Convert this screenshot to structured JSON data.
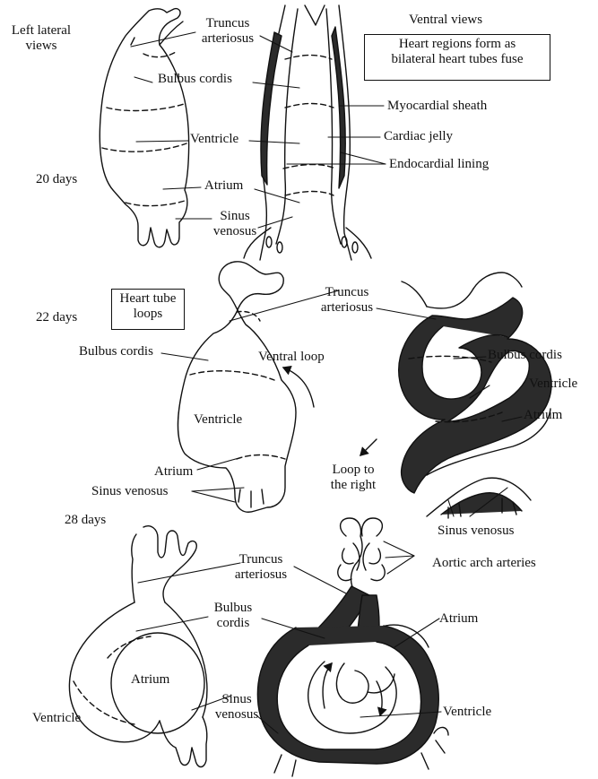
{
  "headers": {
    "left_lateral": "Left lateral\nviews",
    "ventral": "Ventral views"
  },
  "callout_fuse": "Heart regions form as\nbilateral heart tubes fuse",
  "callout_loops": "Heart tube\nloops",
  "stages": {
    "day20": {
      "label": "20 days",
      "truncus_arteriosus": "Truncus\narteriosus",
      "bulbus_cordis": "Bulbus cordis",
      "ventricle": "Ventricle",
      "atrium": "Atrium",
      "sinus_venosus": "Sinus\nvenosus",
      "myocardial_sheath": "Myocardial sheath",
      "cardiac_jelly": "Cardiac jelly",
      "endocardial_lining": "Endocardial lining"
    },
    "day22": {
      "label": "22 days",
      "truncus_arteriosus": "Truncus\narteriosus",
      "bulbus_cordis_left": "Bulbus cordis",
      "ventral_loop": "Ventral loop",
      "ventricle_left": "Ventricle",
      "atrium_left": "Atrium",
      "sinus_venosus_left": "Sinus venosus",
      "bulbus_cordis_right": "Bulbus cordis",
      "ventricle_right": "Ventricle",
      "atrium_right": "Atrium",
      "loop_to_right": "Loop to\nthe right",
      "sinus_venosus_right": "Sinus venosus"
    },
    "day28": {
      "label": "28 days",
      "truncus_arteriosus": "Truncus\narteriosus",
      "bulbus_cordis": "Bulbus\ncordis",
      "aortic_arch_arteries": "Aortic arch arteries",
      "atrium_left": "Atrium",
      "atrium_right": "Atrium",
      "ventricle_left": "Ventricle",
      "ventricle_right": "Ventricle",
      "sinus_venosus": "Sinus\nvenosus"
    }
  },
  "colors": {
    "ink": "#111111",
    "myocardium_fill": "#2b2b2b",
    "background": "#ffffff"
  }
}
